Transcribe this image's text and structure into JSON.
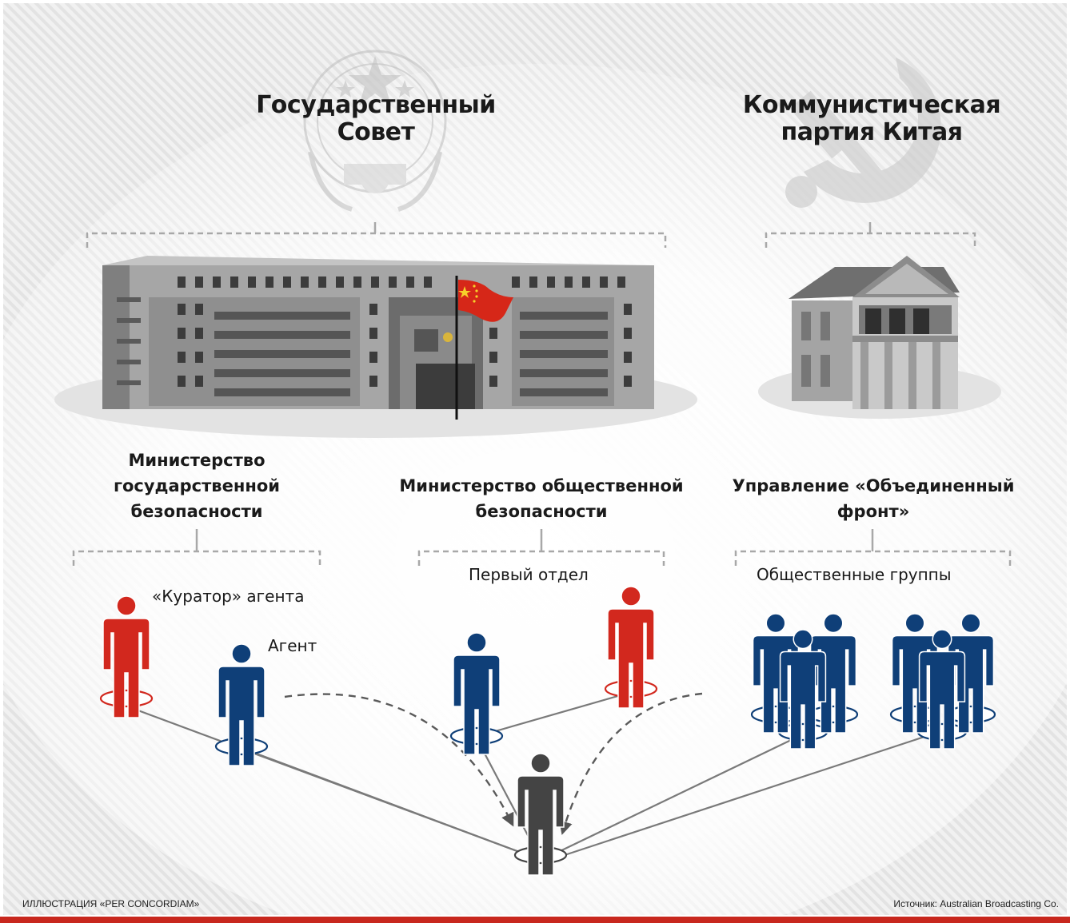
{
  "colors": {
    "red": "#d2281e",
    "blue": "#0f3f78",
    "dark": "#444444",
    "gray_building": "#9a9a9a",
    "dash": "#aaaaaa",
    "bottom_bar": "#c8281e"
  },
  "header": {
    "state_council": "Государственный Совет",
    "ccp": "Коммунистическая партия Китая"
  },
  "icons": {
    "state_emblem": "state-emblem-icon",
    "hammer_sickle": "hammer-sickle-icon",
    "flag": "china-flag-icon"
  },
  "ministries": {
    "mss": "Министерство государственной безопасности",
    "mps": "Министерство общественной безопасности",
    "ufwd": "Управление «Объединенный фронт»"
  },
  "roles": {
    "handler": "«Куратор» агента",
    "agent": "Агент",
    "first_bureau": "Первый отдел",
    "social_groups": "Общественные группы"
  },
  "footer": {
    "credit": "ИЛЛЮСТРАЦИЯ «PER CONCORDIAM»",
    "source": "Источник: Australian Broadcasting Co."
  }
}
